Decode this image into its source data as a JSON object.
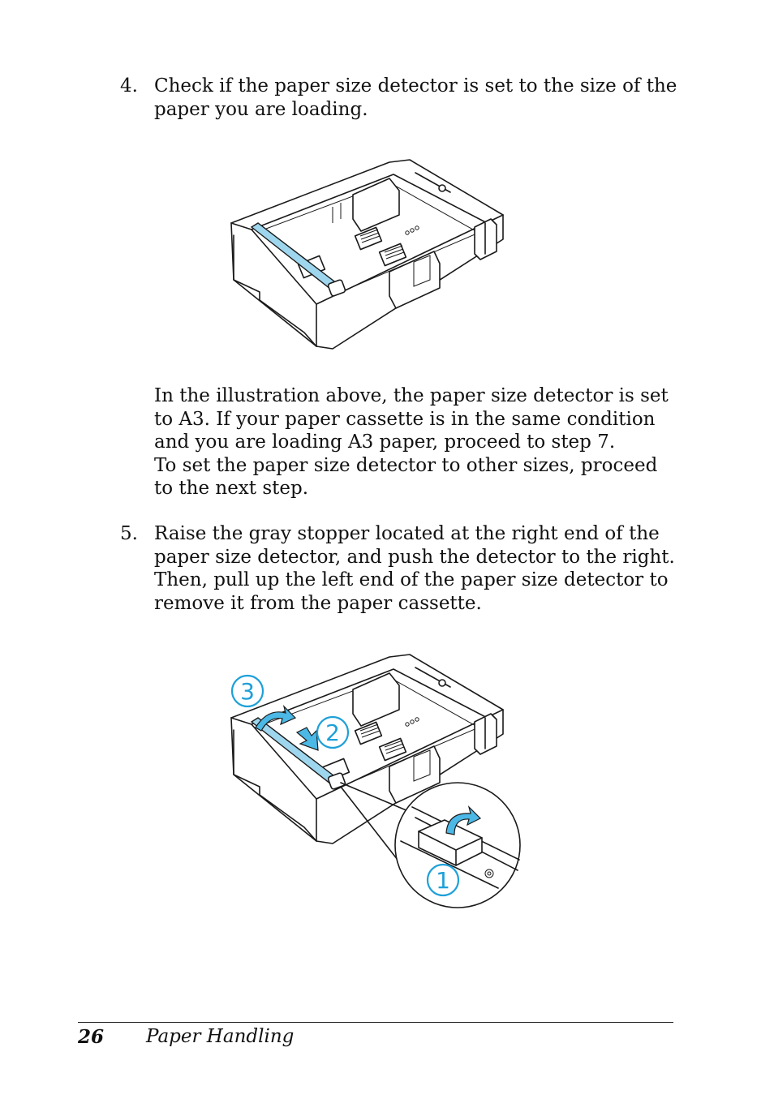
{
  "steps": [
    {
      "number": "4.",
      "text": "Check if the paper size detector is set to the size of the paper you are loading."
    },
    {
      "number": "5.",
      "text": "Raise the gray stopper located at the right end of the paper size detector, and push the detector to the right. Then, pull up the left end of the paper size detector to remove it from the paper cassette."
    }
  ],
  "note": {
    "line1": "In the illustration above, the paper size detector is set to A3. If your paper cassette is in the same condition and you are loading A3 paper, proceed to step 7.",
    "line2": "To set the paper size detector to other sizes, proceed to the next step."
  },
  "figure2": {
    "callouts": [
      "1",
      "2",
      "3"
    ]
  },
  "footer": {
    "page_number": "26",
    "section_title": "Paper Handling"
  },
  "colors": {
    "callout": "#1ea0d8",
    "detector": "#9ed6ee"
  }
}
